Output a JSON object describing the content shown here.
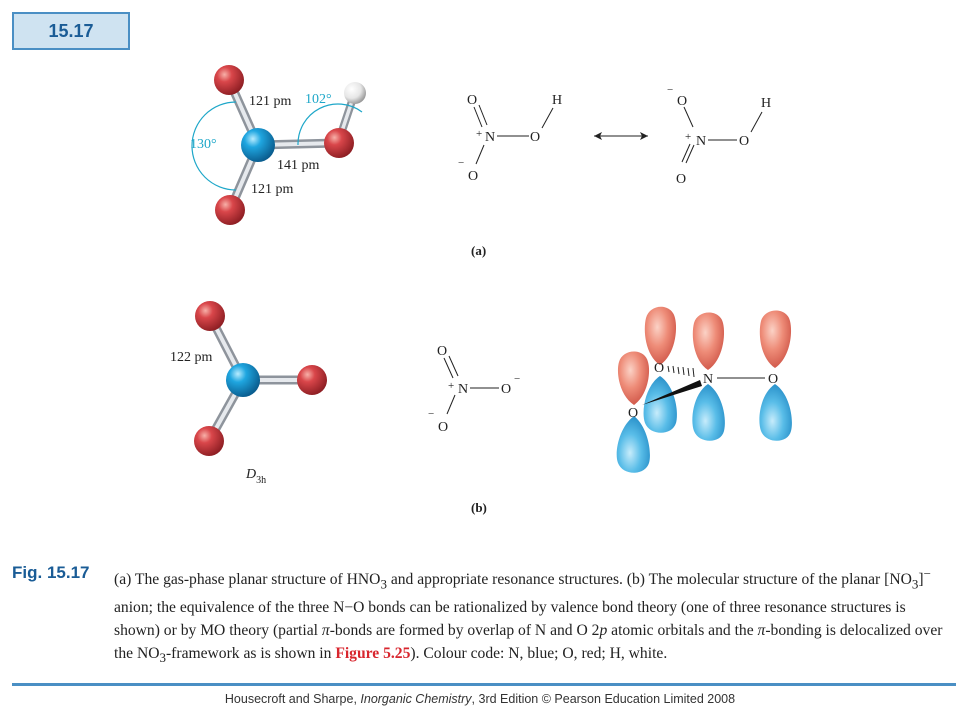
{
  "figure_number": "15.17",
  "panel_a": {
    "label": "(a)",
    "bond_top": "121 pm",
    "bond_bottom": "121 pm",
    "bond_oh": "141 pm",
    "angle_left": "130°",
    "angle_right": "102°"
  },
  "resonance_a1": {
    "o_top": "O",
    "o_bottom": "O",
    "n": "N",
    "o_right": "O",
    "h": "H",
    "plus": "+",
    "minus": "−"
  },
  "resonance_a2": {
    "o_top": "O",
    "o_bottom": "O",
    "n": "N",
    "o_right": "O",
    "h": "H",
    "plus": "+",
    "minus": "−"
  },
  "panel_b": {
    "label": "(b)",
    "bond": "122 pm",
    "symmetry_main": "D",
    "symmetry_sub": "3h"
  },
  "resonance_b": {
    "o_top": "O",
    "o_bottom": "O",
    "n": "N",
    "o_right": "O",
    "plus": "+",
    "minus_right": "−",
    "minus_bottom": "−"
  },
  "mo": {
    "o_left_top": "O",
    "o_left_bottom": "O",
    "n": "N",
    "o_right": "O"
  },
  "caption": {
    "label": "Fig. 15.17",
    "t1": "(a) The gas-phase planar structure of HNO",
    "s1": "3",
    "t2": " and appropriate resonance structures. (b) The molecular structure of the planar [NO",
    "s2": "3",
    "t3": "]",
    "sup": "−",
    "t4": " anion; the equivalence of the three N−O bonds can be rationalized by valence bond theory (one of three resonance structures is shown) or by MO theory (partial ",
    "pi1": "π",
    "t5": "-bonds are formed by overlap of N and O 2",
    "p": "p",
    "t6": " atomic orbitals and the ",
    "pi2": "π",
    "t7": "-bonding is delocalized over the NO",
    "s3": "3",
    "t8": "-framework as is shown in ",
    "ref": "Figure 5.25",
    "t9": "). Colour code: N, blue; O, red; H, white."
  },
  "footer": {
    "pre": "Housecroft and Sharpe, ",
    "book": "Inorganic Chemistry",
    "post": ", 3rd Edition © Pearson Education Limited 2008"
  }
}
